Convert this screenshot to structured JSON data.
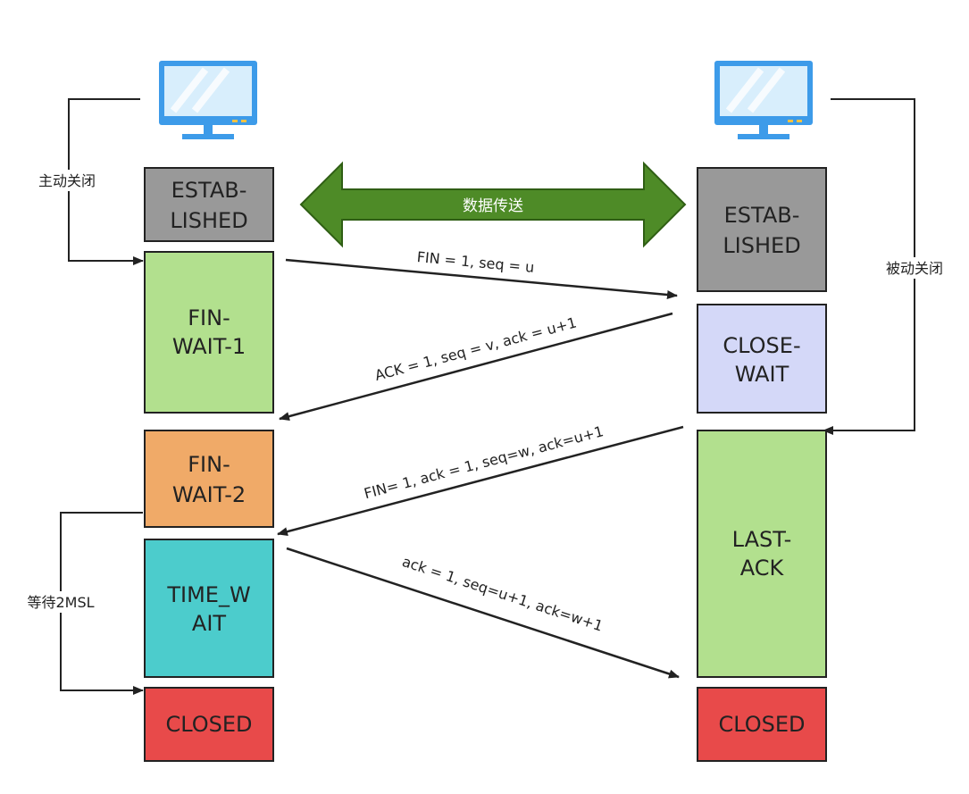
{
  "colors": {
    "established": "#999999",
    "fin_wait_1": "#b2e08e",
    "fin_wait_2": "#f0aa68",
    "time_wait": "#4ccccc",
    "closed": "#e84a4a",
    "close_wait": "#d4d8f8",
    "last_ack": "#b2e08e",
    "transfer_arrow": "#4e8b27",
    "monitor": "#3d9be9"
  },
  "icons": {
    "client": "monitor-icon",
    "server": "monitor-icon"
  },
  "client": {
    "side_label": "主动关闭",
    "wait_label": "等待2MSL",
    "states": {
      "established": [
        "ESTAB-",
        "LISHED"
      ],
      "fin_wait_1": [
        "FIN-",
        "WAIT-1"
      ],
      "fin_wait_2": [
        "FIN-",
        "WAIT-2"
      ],
      "time_wait": [
        "TIME_W",
        "AIT"
      ],
      "closed": [
        "CLOSED"
      ]
    }
  },
  "server": {
    "side_label": "被动关闭",
    "states": {
      "established": [
        "ESTAB-",
        "LISHED"
      ],
      "close_wait": [
        "CLOSE-",
        "WAIT"
      ],
      "last_ack": [
        "LAST-",
        "ACK"
      ],
      "closed": [
        "CLOSED"
      ]
    }
  },
  "transfer_label": "数据传送",
  "messages": {
    "fin1": "FIN = 1, seq = u",
    "ack1": "ACK = 1, seq = v, ack = u+1",
    "fin2": "FIN= 1, ack = 1, seq=w, ack=u+1",
    "ack2": "ack = 1, seq=u+1, ack=w+1"
  }
}
